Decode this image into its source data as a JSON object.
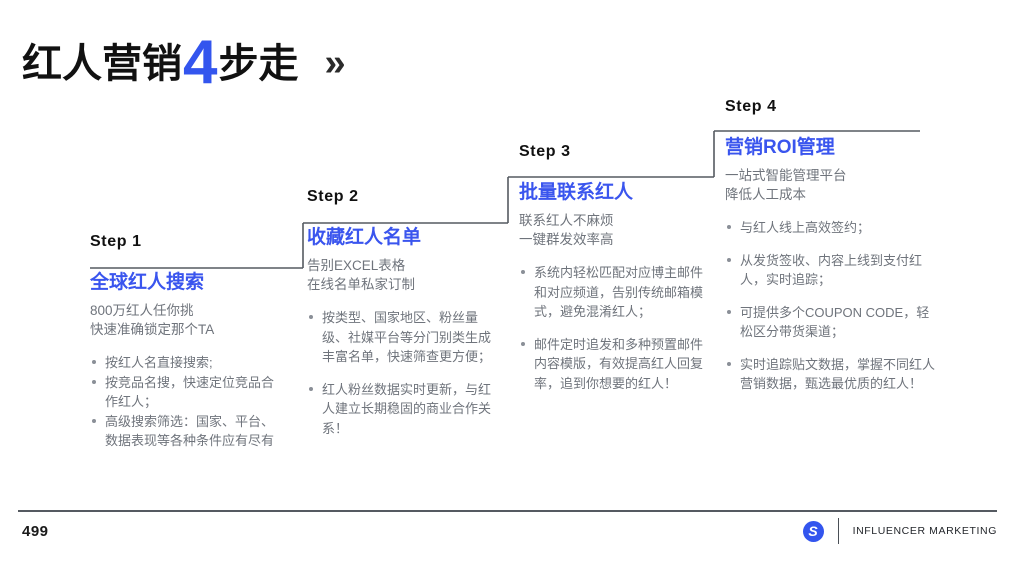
{
  "header": {
    "title_prefix": "红人营销",
    "title_number": "4",
    "title_suffix": "步走",
    "chevron": "»",
    "accent_color": "#3355EE"
  },
  "steps": [
    {
      "label": "Step 1",
      "title": "全球红人搜索",
      "subtitle": "800万红人任你挑\n快速准确锁定那个TA",
      "bullets": [
        "按红人名直接搜索;",
        "按竞品名搜，快速定位竞品合作红人；",
        "高级搜索筛选：国家、平台、数据表现等各种条件应有尽有"
      ],
      "spacing": "tight"
    },
    {
      "label": "Step 2",
      "title": "收藏红人名单",
      "subtitle": "告别EXCEL表格\n在线名单私家订制",
      "bullets": [
        "按类型、国家地区、粉丝量级、社媒平台等分门别类生成丰富名单，快速筛查更方便；",
        "红人粉丝数据实时更新，与红人建立长期稳固的商业合作关系！"
      ],
      "spacing": "loose"
    },
    {
      "label": "Step 3",
      "title": "批量联系红人",
      "subtitle": "联系红人不麻烦\n一键群发效率高",
      "bullets": [
        "系统内轻松匹配对应博主邮件和对应频道，告别传统邮箱模式，避免混淆红人；",
        "邮件定时追发和多种预置邮件内容模版，有效提高红人回复率，追到你想要的红人！"
      ],
      "spacing": "loose"
    },
    {
      "label": "Step 4",
      "title": "营销ROI管理",
      "subtitle": "一站式智能管理平台\n降低人工成本",
      "bullets": [
        "与红人线上高效签约；",
        "从发货签收、内容上线到支付红人，实时追踪；",
        "可提供多个COUPON CODE，轻松区分带货渠道；",
        "实时追踪贴文数据，掌握不同红人营销数据，甄选最优质的红人！"
      ],
      "spacing": "loose"
    }
  ],
  "footer": {
    "page_number": "499",
    "logo_letter": "S",
    "brand_text": "INFLUENCER MARKETING"
  }
}
